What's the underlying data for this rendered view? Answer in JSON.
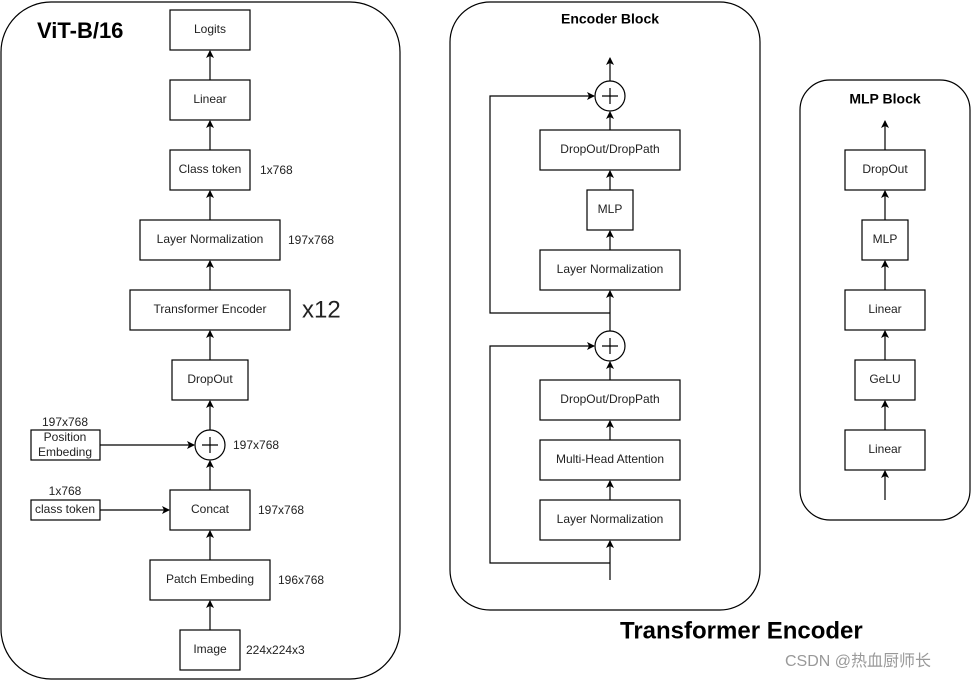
{
  "vit": {
    "title": "ViT-B/16",
    "logits": "Logits",
    "linear": "Linear",
    "class_token": "Class token",
    "class_token_dim": "1x768",
    "layer_norm": "Layer Normalization",
    "layer_norm_dim": "197x768",
    "transformer_encoder": "Transformer Encoder",
    "repeat": "x12",
    "dropout": "DropOut",
    "add_dim": "197x768",
    "pos_embed_dim": "197x768",
    "pos_embed_line1": "Position",
    "pos_embed_line2": "Embeding",
    "cls_input_dim": "1x768",
    "cls_input": "class token",
    "concat": "Concat",
    "concat_dim": "197x768",
    "patch_embed": "Patch Embeding",
    "patch_embed_dim": "196x768",
    "image": "Image",
    "image_dim": "224x224x3"
  },
  "encoder_block": {
    "title": "Encoder Block",
    "dropout_top": "DropOut/DropPath",
    "mlp": "MLP",
    "layer_norm_top": "Layer Normalization",
    "dropout_bottom": "DropOut/DropPath",
    "mha": "Multi-Head Attention",
    "layer_norm_bottom": "Layer Normalization",
    "caption": "Transformer Encoder"
  },
  "mlp_block": {
    "title": "MLP Block",
    "dropout": "DropOut",
    "mlp": "MLP",
    "linear_top": "Linear",
    "gelu": "GeLU",
    "linear_bottom": "Linear"
  },
  "watermark": "CSDN @热血厨师长"
}
